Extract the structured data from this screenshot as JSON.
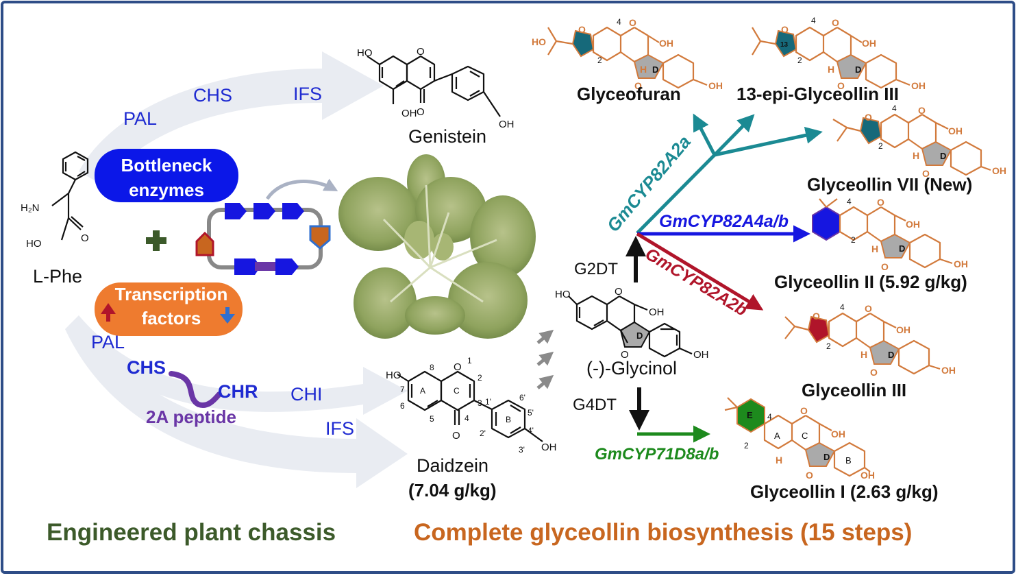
{
  "colors": {
    "frame": "#2e4d87",
    "enzyme_blue": "#1f2bd1",
    "bottleneck_fill": "#0b17e8",
    "tf_fill": "#ee7b2f",
    "chassis_green": "#3c5a2a",
    "biosynthesis_orange": "#c8661f",
    "cyp_teal": "#1b8a93",
    "cyp_blue": "#1616e0",
    "cyp_red": "#b0152a",
    "cyp_green": "#1d8a1d",
    "peptide_purple": "#6a36a6",
    "arrow_gray": "#e9ecf2"
  },
  "left": {
    "pal_top": "PAL",
    "chs_top": "CHS",
    "ifs_top": "IFS",
    "lphe_label": "L-Phe",
    "bottleneck_line1": "Bottleneck",
    "bottleneck_line2": "enzymes",
    "tf_line1": "Transcription",
    "tf_line2": "factors",
    "plus_icon": "plus-icon",
    "pal_bottom": "PAL",
    "chs_bottom": "CHS",
    "chr_bottom": "CHR",
    "peptide": "2A peptide",
    "chi_bottom": "CHI",
    "ifs_bottom": "IFS"
  },
  "compounds": {
    "genistein": "Genistein",
    "daidzein": "Daidzein",
    "daidzein_yield": "(7.04 g/kg)",
    "glycinol": "(-)-Glycinol",
    "glyceofuran": "Glyceofuran",
    "epi_glyceollin_iii": "13-epi-Glyceollin III",
    "glyceollin_vii": "Glyceollin VII (New)",
    "glyceollin_ii": "Glyceollin II (5.92 g/kg)",
    "glyceollin_iii": "Glyceollin III",
    "glyceollin_i": "Glyceollin I (2.63 g/kg)"
  },
  "enzymes": {
    "g2dt": "G2DT",
    "g4dt": "G4DT",
    "cyp82a2a": "GmCYP82A2a",
    "cyp82a4ab": "GmCYP82A4a/b",
    "cyp82a2b": "GmCYP82A2b",
    "cyp71d8ab": "GmCYP71D8a/b"
  },
  "atoms": {
    "ho": "HO",
    "oh": "OH",
    "o": "O",
    "h2n": "H₂N",
    "h": "H",
    "ring_d": "D",
    "ring_a": "A",
    "ring_b": "B",
    "ring_c": "C",
    "ring_e": "E",
    "n13": "13",
    "n4": "4",
    "n2": "2",
    "n1": "1",
    "n3": "3",
    "n5": "5",
    "n6": "6",
    "n7": "7",
    "n8": "8",
    "n1p": "1'",
    "n2p": "2'",
    "n3p": "3'",
    "n4p": "4'",
    "n5p": "5'",
    "n6p": "6'"
  },
  "footer": {
    "left": "Engineered plant chassis",
    "right": "Complete glyceollin biosynthesis (15 steps)"
  }
}
